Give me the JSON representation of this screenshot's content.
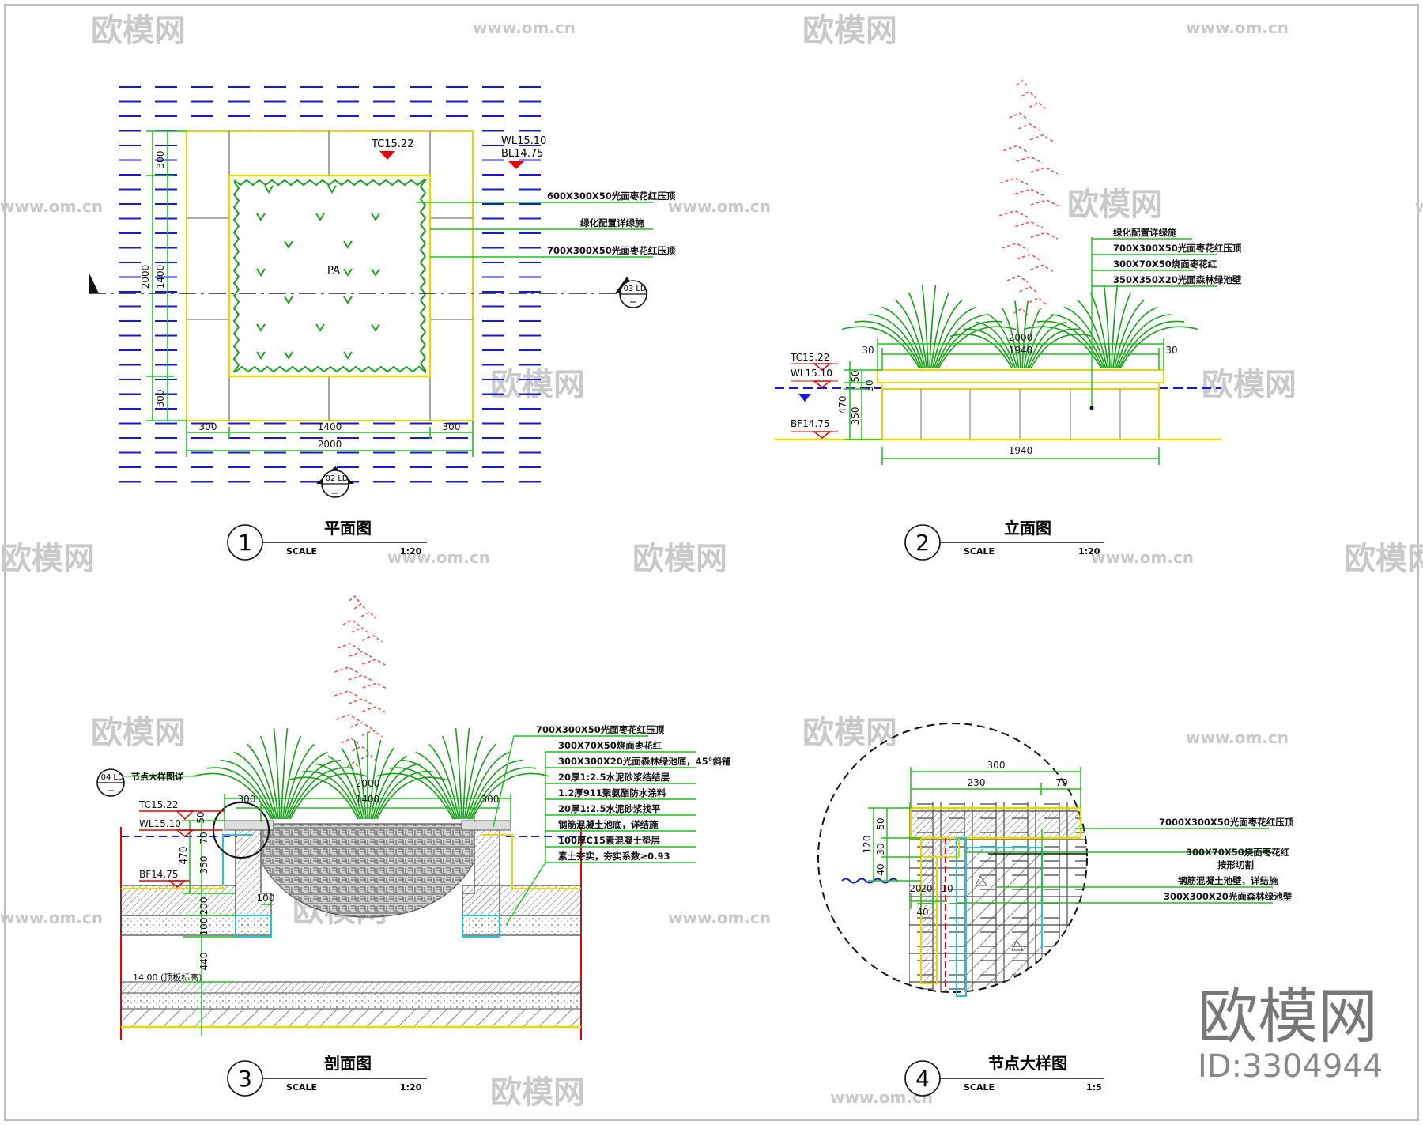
{
  "watermark": {
    "brand": "欧模网",
    "url": "www.om.cn",
    "corner_brand": "欧模网",
    "corner_id": "ID:3304944"
  },
  "plan": {
    "number": "1",
    "title": "平面图",
    "scale_label": "SCALE",
    "scale": "1:20",
    "tc": "TC15.22",
    "wl": "WL15.10",
    "bl": "BL14.75",
    "pa": "PA",
    "callouts": [
      "600X300X50光面枣花红压顶",
      "绿化配置详绿施",
      "700X300X50光面枣花红压顶"
    ],
    "dims_left": [
      "300",
      "1400",
      "300",
      "2000"
    ],
    "dims_bottom": [
      "300",
      "1400",
      "300",
      "2000"
    ],
    "section_marker_right": {
      "num": "03",
      "ref": "LD"
    },
    "section_marker_bottom": {
      "num": "02",
      "ref": "LD"
    }
  },
  "elevation": {
    "number": "2",
    "title": "立面图",
    "scale_label": "SCALE",
    "scale": "1:20",
    "tc": "TC15.22",
    "wl": "WL15.10",
    "bf": "BF14.75",
    "callouts": [
      "绿化配置详绿施",
      "700X300X50光面枣花红压顶",
      "300X70X50烧面枣花红",
      "350X350X20光面森林绿池壁"
    ],
    "dims_top": [
      "2000",
      "1940",
      "30",
      "30"
    ],
    "dims_left": [
      "50",
      "30",
      "470",
      "350"
    ],
    "dim_bottom": "1940"
  },
  "section": {
    "number": "3",
    "title": "剖面图",
    "scale_label": "SCALE",
    "scale": "1:20",
    "tc": "TC15.22",
    "wl": "WL15.10",
    "bf": "BF14.75",
    "ground": "14.00 (顶板标高)",
    "detail_marker": {
      "num": "04",
      "ref": "LD",
      "label": "节点大样图详"
    },
    "callouts": [
      "700X300X50光面枣花红压顶",
      "300X70X50烧面枣花红",
      "300X300X20光面森林绿池底，45°斜铺",
      "20厚1:2.5水泥砂浆结结层",
      "1.2厚911聚氨酯防水涂料",
      "20厚1:2.5水泥砂浆找平",
      "钢筋混凝土池底，详结施",
      "100厚C15素混凝土垫层",
      "素土夯实，夯实系数≥0.93"
    ],
    "dims_top": [
      "2000",
      "1400",
      "300",
      "300"
    ],
    "dims_left": [
      "50",
      "70",
      "470",
      "350",
      "200",
      "100",
      "440"
    ],
    "dim_small": "100"
  },
  "detail": {
    "number": "4",
    "title": "节点大样图",
    "scale_label": "SCALE",
    "scale": "1:5",
    "dims_top": [
      "300",
      "230",
      "70"
    ],
    "dims_left": [
      "50",
      "30",
      "40",
      "120"
    ],
    "dims_bottom": [
      "20",
      "20",
      "10",
      "40"
    ],
    "callouts": [
      "7000X300X50光面枣花红压顶",
      "300X70X50烧面枣花红",
      "按形切割",
      "钢筋混凝土池壁，详结施",
      "300X300X20光面森林绿池壁"
    ]
  }
}
